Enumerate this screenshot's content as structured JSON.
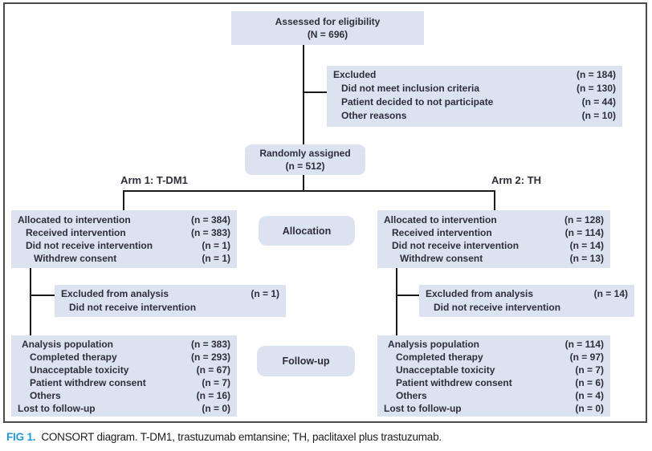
{
  "colors": {
    "box_fill": "#dce3f0",
    "box_text": "#2e2e3a",
    "line": "#1a1a1a",
    "frame": "#4a4a4a",
    "caption_label": "#1f9ad6",
    "caption_text": "#1c1c1c"
  },
  "diagram": {
    "assessed": {
      "line1": "Assessed for eligibility",
      "line2": "(N = 696)"
    },
    "excluded": [
      {
        "label": "Excluded",
        "value": "(n = 184)",
        "indent": 0
      },
      {
        "label": "Did not meet inclusion criteria",
        "value": "(n = 130)",
        "indent": 1
      },
      {
        "label": "Patient decided to not participate",
        "value": "(n = 44)",
        "indent": 1
      },
      {
        "label": "Other reasons",
        "value": "(n = 10)",
        "indent": 1
      }
    ],
    "randomized": {
      "line1": "Randomly assigned",
      "line2": "(n = 512)"
    },
    "arm1_label": "Arm 1: T-DM1",
    "arm2_label": "Arm 2: TH",
    "stage_allocation": "Allocation",
    "stage_followup": "Follow-up",
    "allocation_left": [
      {
        "label": "Allocated to intervention",
        "value": "(n = 384)",
        "indent": 0
      },
      {
        "label": "Received intervention",
        "value": "(n = 383)",
        "indent": 1
      },
      {
        "label": "Did not receive intervention",
        "value": "(n = 1)",
        "indent": 1
      },
      {
        "label": "Withdrew consent",
        "value": "(n = 1)",
        "indent": 2
      }
    ],
    "allocation_right": [
      {
        "label": "Allocated to intervention",
        "value": "(n = 128)",
        "indent": 0
      },
      {
        "label": "Received intervention",
        "value": "(n = 114)",
        "indent": 1
      },
      {
        "label": "Did not receive intervention",
        "value": "(n = 14)",
        "indent": 1
      },
      {
        "label": "Withdrew consent",
        "value": "(n = 13)",
        "indent": 2
      }
    ],
    "excluded_analysis_left": [
      {
        "label": "Excluded from analysis",
        "value": "(n = 1)",
        "indent": 0
      },
      {
        "label": "Did not receive intervention",
        "value": "",
        "indent": 1
      }
    ],
    "excluded_analysis_right": [
      {
        "label": "Excluded from analysis",
        "value": "(n = 14)",
        "indent": 0
      },
      {
        "label": "Did not receive intervention",
        "value": "",
        "indent": 1
      }
    ],
    "analysis_left": [
      {
        "label": "Analysis population",
        "value": "(n = 383)",
        "indent": 0.5
      },
      {
        "label": "Completed therapy",
        "value": "(n = 293)",
        "indent": 1.5
      },
      {
        "label": "Unacceptable toxicity",
        "value": "(n = 67)",
        "indent": 1.5
      },
      {
        "label": "Patient withdrew consent",
        "value": "(n = 7)",
        "indent": 1.5
      },
      {
        "label": "Others",
        "value": "(n = 16)",
        "indent": 1.5
      },
      {
        "label": "Lost to follow-up",
        "value": "(n = 0)",
        "indent": 0
      }
    ],
    "analysis_right": [
      {
        "label": "Analysis population",
        "value": "(n = 114)",
        "indent": 0.5
      },
      {
        "label": "Completed therapy",
        "value": "(n = 97)",
        "indent": 1.5
      },
      {
        "label": "Unacceptable toxicity",
        "value": "(n = 7)",
        "indent": 1.5
      },
      {
        "label": "Patient withdrew consent",
        "value": "(n = 6)",
        "indent": 1.5
      },
      {
        "label": "Others",
        "value": "(n = 4)",
        "indent": 1.5
      },
      {
        "label": "Lost to follow-up",
        "value": "(n = 0)",
        "indent": 0
      }
    ]
  },
  "caption": {
    "label": "FIG 1.",
    "text": "CONSORT diagram. T-DM1, trastuzumab emtansine; TH, paclitaxel plus trastuzumab."
  }
}
